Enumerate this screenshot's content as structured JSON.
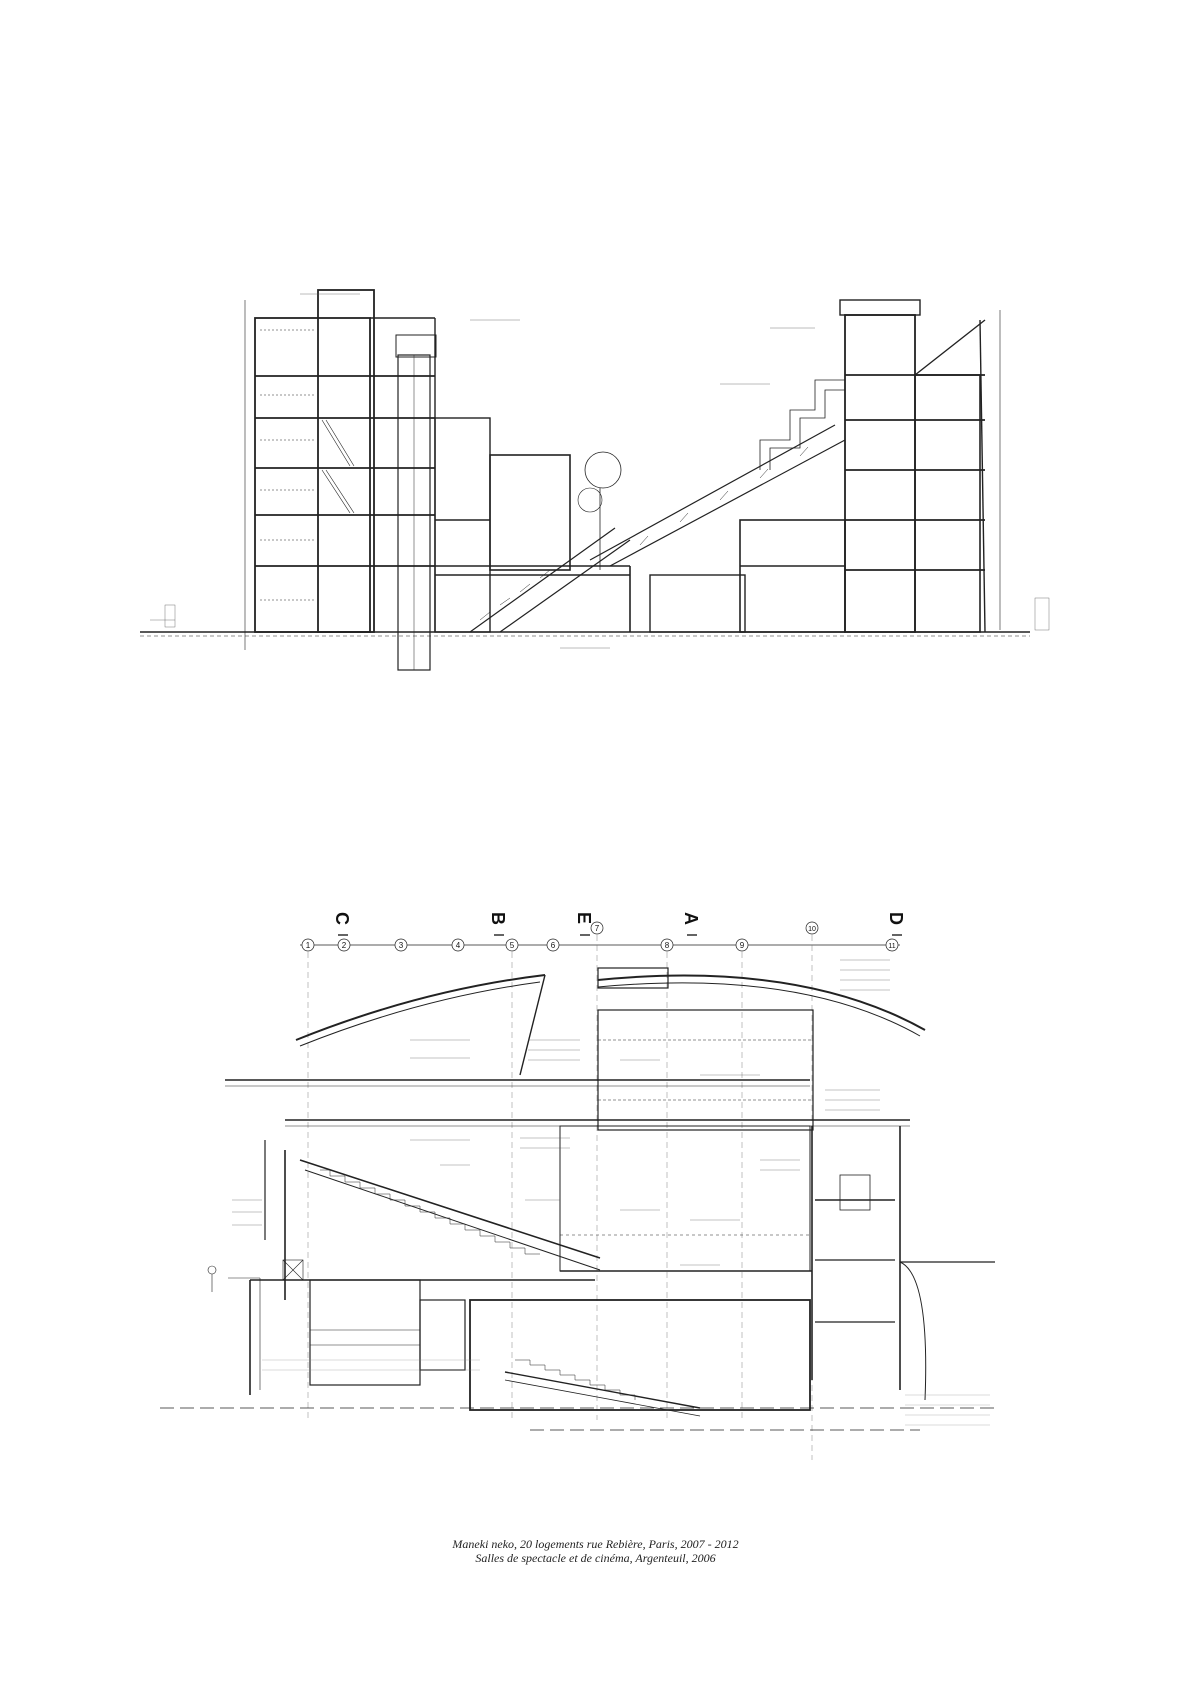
{
  "captions": {
    "line1": "Maneki neko, 20 logements rue Rebière, Paris, 2007 - 2012",
    "line2": "Salles de spectacle et de cinéma, Argenteuil, 2006"
  },
  "section_b": {
    "section_markers": [
      "C",
      "B",
      "E",
      "A",
      "D"
    ],
    "grid_axes": [
      "1",
      "2",
      "3",
      "4",
      "5",
      "6",
      "7",
      "8",
      "9",
      "10",
      "11"
    ]
  }
}
